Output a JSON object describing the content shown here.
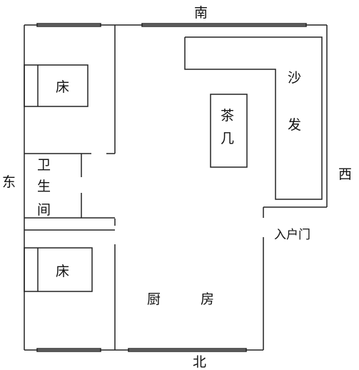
{
  "directions": {
    "north": "北",
    "south": "南",
    "east": "东",
    "west": "西"
  },
  "rooms": {
    "bed_top": "床",
    "bed_bottom": "床",
    "bathroom": [
      "卫",
      "生",
      "间"
    ],
    "tea_table": [
      "茶",
      "几"
    ],
    "sofa": [
      "沙",
      "发"
    ],
    "kitchen": [
      "厨",
      "房"
    ],
    "entrance": "入户门"
  }
}
